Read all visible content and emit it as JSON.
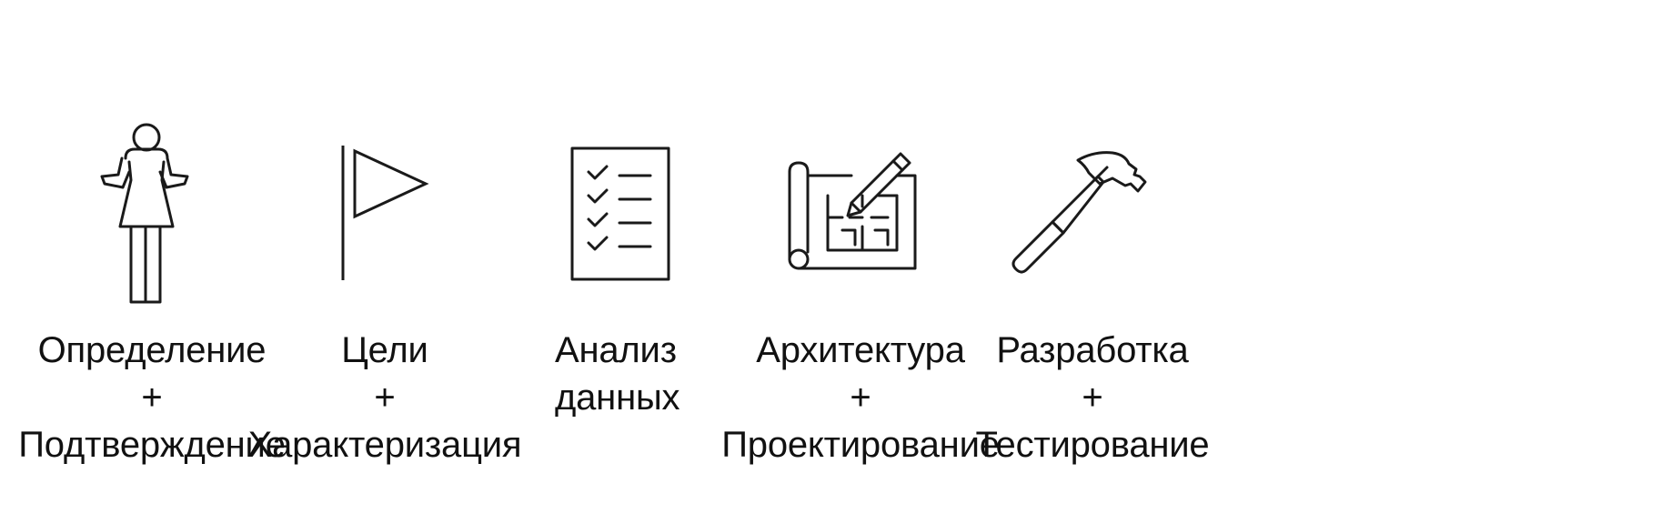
{
  "steps": [
    {
      "icon": "person-shrugging-icon",
      "lines": [
        "Определение",
        "+",
        "Подтверждение"
      ]
    },
    {
      "icon": "flag-icon",
      "lines": [
        "Цели",
        "+",
        "Характеризация"
      ]
    },
    {
      "icon": "checklist-icon",
      "lines": [
        "Анализ",
        "данных"
      ]
    },
    {
      "icon": "blueprint-pencil-icon",
      "lines": [
        "Архитектура",
        "+",
        "Проектирование"
      ]
    },
    {
      "icon": "hammer-icon",
      "lines": [
        "Разработка",
        "+",
        "Тестирование"
      ]
    }
  ],
  "colors": {
    "stroke": "#1a1a1a",
    "text": "#111111",
    "background": "#ffffff"
  }
}
